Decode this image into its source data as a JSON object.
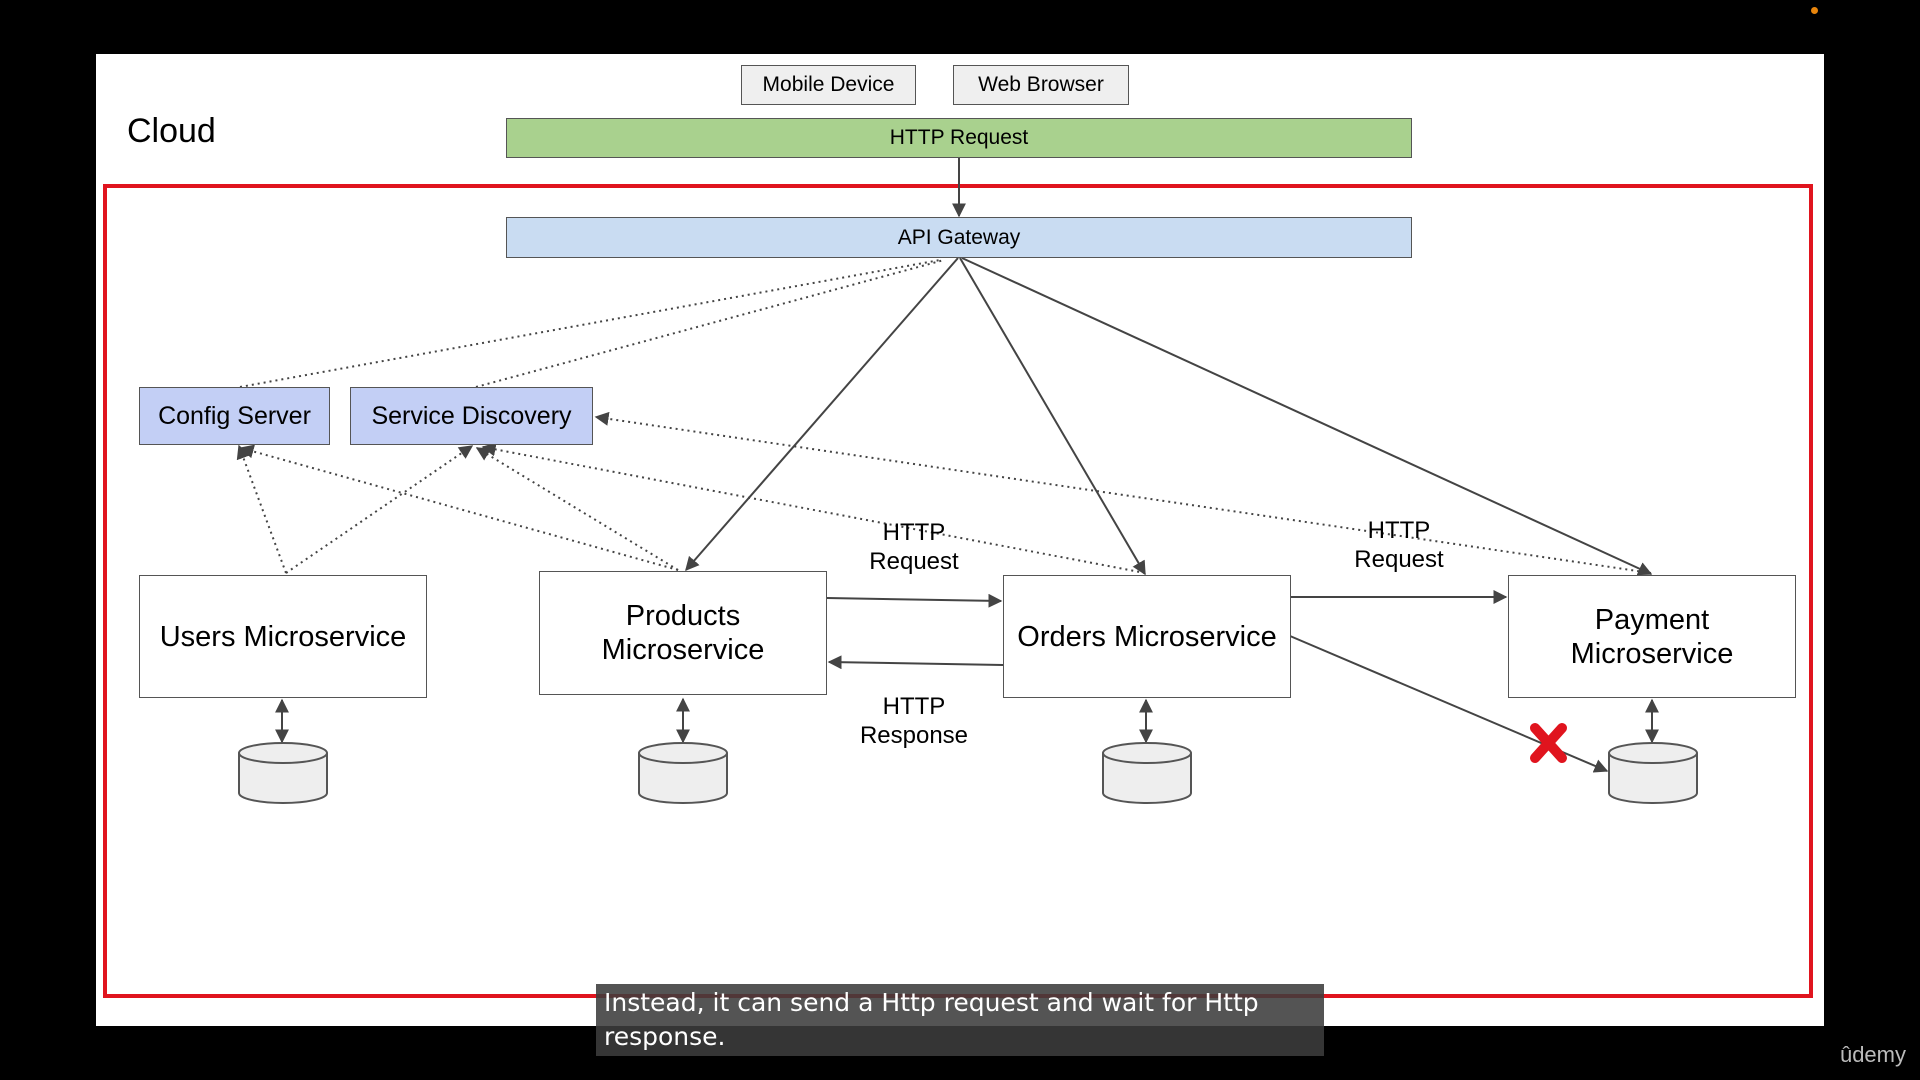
{
  "cloud_label": "Cloud",
  "clients": {
    "mobile": "Mobile Device",
    "web": "Web Browser"
  },
  "http_request_bar": "HTTP Request",
  "api_gateway": "API Gateway",
  "config_server": "Config Server",
  "service_discovery": "Service Discovery",
  "services": {
    "users": "Users Microservice",
    "products": "Products Microservice",
    "orders": "Orders Microservice",
    "payment": "Payment Microservice"
  },
  "labels": {
    "req1": "HTTP Request",
    "resp1": "HTTP Response",
    "req2": "HTTP Request"
  },
  "colors": {
    "http_request_bar": "#a9d18e",
    "gateway_blue": "#c9dcf2",
    "discovery_blue": "#c3cff5",
    "cloud_border": "#e0141e",
    "failure_x": "#e0141e"
  },
  "caption": "Instead, it can send a Http request and wait for Http response.",
  "brand": "ûdemy"
}
